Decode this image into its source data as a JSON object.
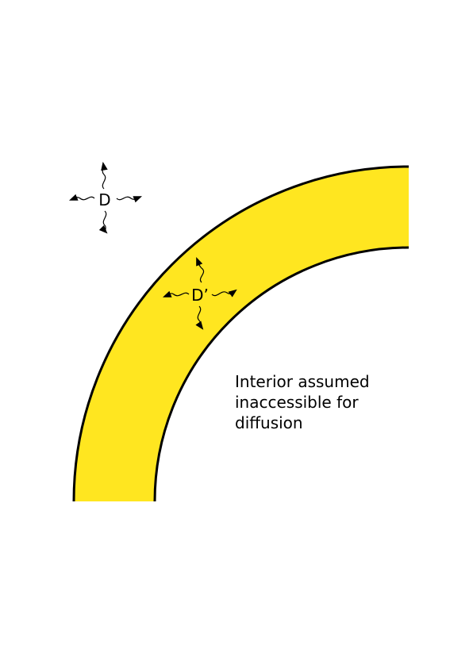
{
  "diagram": {
    "bulk_label": "D",
    "layer_label": "D’",
    "note_lines": [
      "Interior assumed",
      "inaccessible for",
      "diffusion"
    ]
  },
  "colors": {
    "layer_fill": "#FFE620",
    "outline": "#000000",
    "background": "#FFFFFF"
  },
  "icons": {
    "diffusion_arrows": "wavy-arrow-icon"
  }
}
